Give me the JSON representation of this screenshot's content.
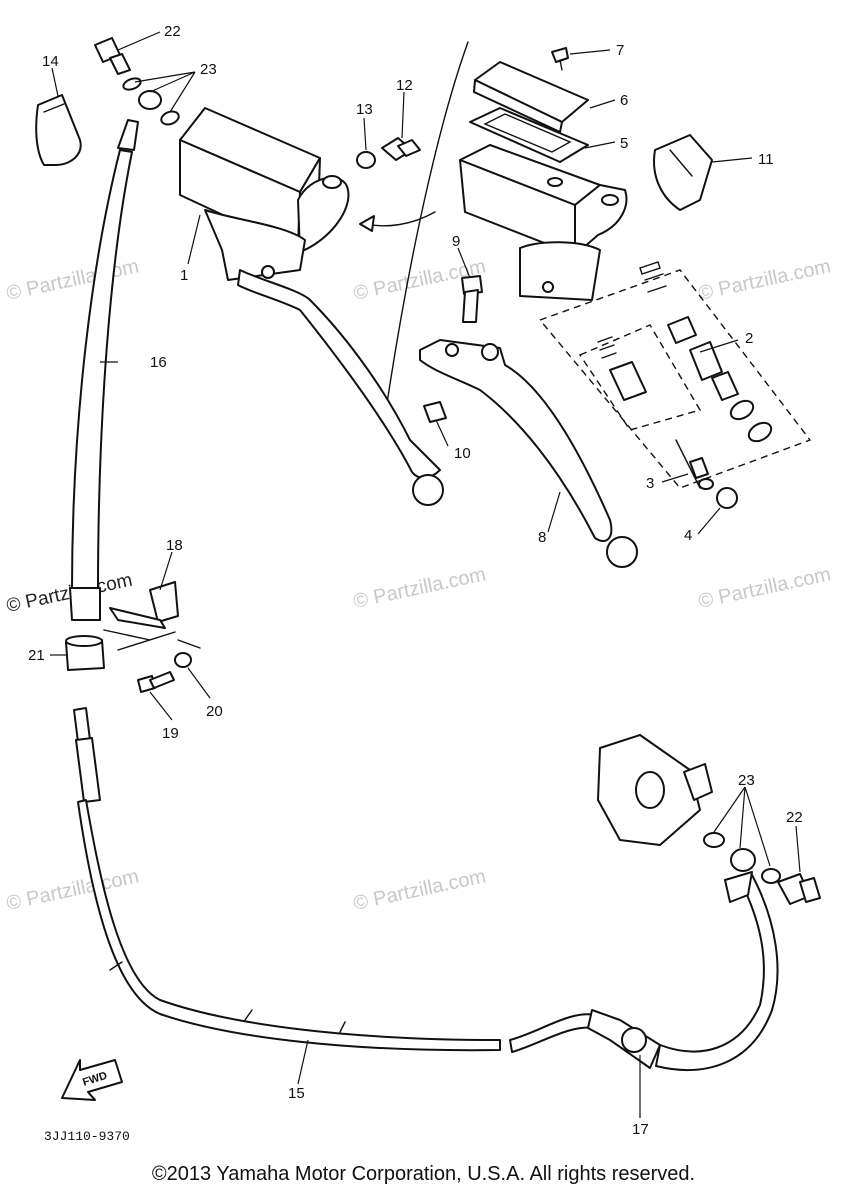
{
  "callouts": {
    "c1": "1",
    "c2": "2",
    "c3": "3",
    "c4": "4",
    "c5": "5",
    "c6": "6",
    "c7": "7",
    "c8": "8",
    "c9": "9",
    "c10": "10",
    "c11": "11",
    "c12": "12",
    "c13": "13",
    "c14": "14",
    "c15": "15",
    "c16": "16",
    "c17": "17",
    "c18": "18",
    "c19": "19",
    "c20": "20",
    "c21": "21",
    "c22a": "22",
    "c22b": "22",
    "c23a": "23",
    "c23b": "23"
  },
  "watermark": "© Partzilla.com",
  "watermark_strong": "© Partzilla.com",
  "fwd_label": "FWD",
  "diagram_code": "3JJ110-9370",
  "copyright": "©2013 Yamaha Motor Corporation, U.S.A. All rights reserved."
}
